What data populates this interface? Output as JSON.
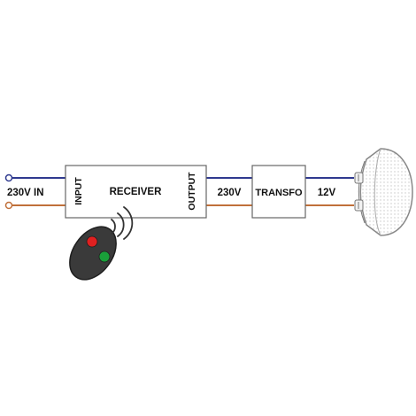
{
  "labels": {
    "input_voltage": "230V IN",
    "receiver": "RECEIVER",
    "receiver_input": "INPUT",
    "receiver_output": "OUTPUT",
    "mid_voltage": "230V",
    "transformer": "TRANSFO",
    "output_voltage": "12V"
  },
  "colors": {
    "wire_live": "#2f3a8f",
    "wire_neutral": "#c0703a",
    "box_stroke": "#666666",
    "remote_body": "#3a3a3a",
    "button_red": "#e02020",
    "button_green": "#1aa03a",
    "signal_arcs": "#333333",
    "lamp_stroke": "#888888"
  }
}
